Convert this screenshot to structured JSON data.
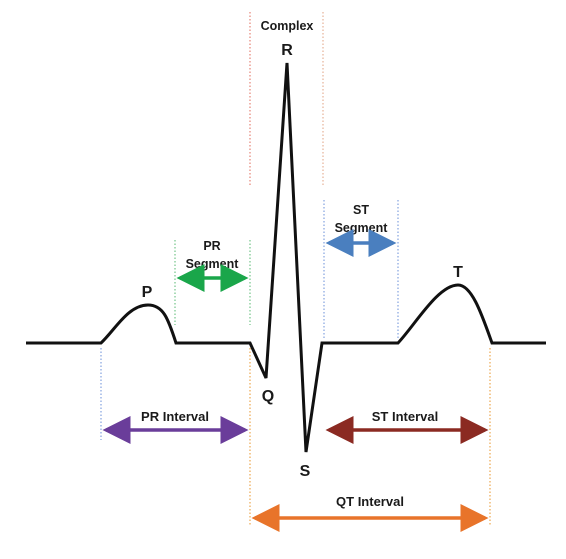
{
  "diagram": {
    "waves": {
      "p": "P",
      "q": "Q",
      "r": "R",
      "s": "S",
      "t": "T"
    },
    "labels": {
      "complex": "Complex",
      "pr_segment_line1": "PR",
      "pr_segment_line2": "Segment",
      "st_segment_line1": "ST",
      "st_segment_line2": "Segment",
      "pr_interval": "PR Interval",
      "st_interval": "ST Interval",
      "qt_interval": "QT Interval"
    },
    "colors": {
      "trace": "#111111",
      "pr_segment": "#1aa64a",
      "st_segment": "#4a7fbf",
      "pr_interval": "#6a3d9a",
      "st_interval": "#8b2a22",
      "qt_interval": "#e8742a",
      "guide_blue": "#6a8fd8",
      "guide_green": "#56b870",
      "guide_red": "#e06a5a",
      "guide_orange": "#e8942a"
    }
  }
}
